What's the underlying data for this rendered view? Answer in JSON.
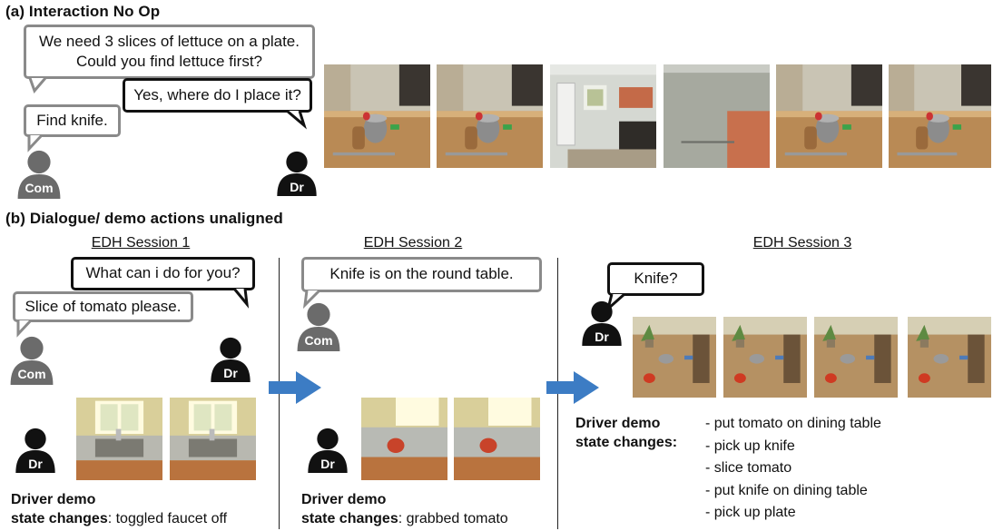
{
  "colors": {
    "com_avatar": "#6b6b6b",
    "dr_avatar": "#111111",
    "arrow": "#3c7cc4",
    "bubble_gray": "#8a8a8a",
    "bubble_black": "#111111"
  },
  "section_a": {
    "title": "(a) Interaction No Op",
    "bubbles": [
      {
        "text": "We need 3 slices of lettuce on a plate.\nCould you find lettuce first?",
        "speaker": "Com"
      },
      {
        "text": "Yes, where do I place it?",
        "speaker": "Dr"
      },
      {
        "text": "Find knife.",
        "speaker": "Com"
      }
    ],
    "avatars": {
      "com": "Com",
      "dr": "Dr"
    },
    "frames": [
      {
        "name": "kitchen-frame-1"
      },
      {
        "name": "kitchen-frame-2"
      },
      {
        "name": "kitchen-frame-3"
      },
      {
        "name": "kitchen-frame-4"
      },
      {
        "name": "kitchen-frame-5"
      },
      {
        "name": "kitchen-frame-6"
      }
    ]
  },
  "section_b": {
    "title": "(b) Dialogue/ demo actions unaligned",
    "sessions": [
      {
        "label": "EDH Session 1",
        "bubbles": [
          {
            "text": "What can i do for you?",
            "speaker": "Dr"
          },
          {
            "text": "Slice of tomato please.",
            "speaker": "Com"
          }
        ],
        "avatars": {
          "com": "Com",
          "dr": "Dr",
          "demo_dr": "Dr"
        },
        "demo_title_bold1": "Driver demo",
        "demo_title_bold2": "state changes",
        "demo_title_plain": ": toggled faucet off"
      },
      {
        "label": "EDH Session 2",
        "bubbles": [
          {
            "text": "Knife is on the round table.",
            "speaker": "Com"
          }
        ],
        "avatars": {
          "com": "Com",
          "demo_dr": "Dr"
        },
        "demo_title_bold1": "Driver demo",
        "demo_title_bold2": "state changes",
        "demo_title_plain": ": grabbed tomato"
      },
      {
        "label": "EDH Session 3",
        "bubbles": [
          {
            "text": "Knife?",
            "speaker": "Dr"
          }
        ],
        "avatars": {
          "dr": "Dr"
        },
        "demo_title_bold1": "Driver demo",
        "demo_title_bold2": "state changes:",
        "actions": [
          "- put tomato on dining table",
          "- pick up knife",
          "- slice tomato",
          "- put knife on dining table",
          "- pick up plate"
        ]
      }
    ]
  }
}
